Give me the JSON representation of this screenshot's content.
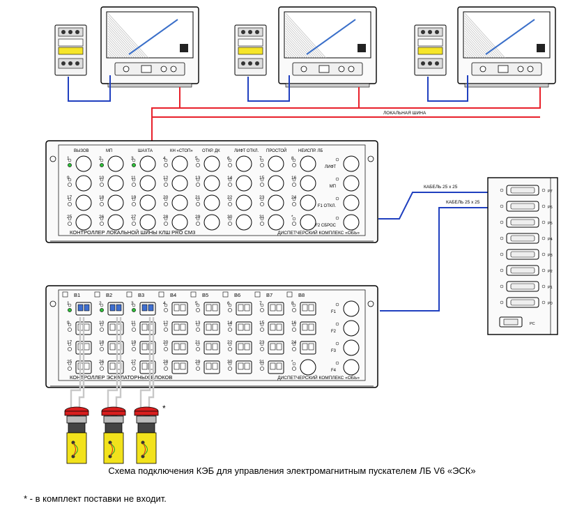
{
  "monitors": {
    "count": 3
  },
  "local_bus_label": "ЛОКАЛЬНАЯ ШИНА",
  "cable_labels": [
    "КАБЕЛЬ 25 х 25",
    "КАБЕЛЬ 25 х 25"
  ],
  "controller1": {
    "title": "КОНТРОЛЛЕР ЛОКАЛЬНОЙ ШИНЫ КЛШ PRO СМ3",
    "brand": "ДИСПЕТЧЕРСКИЙ КОМПЛЕКС «ОБЬ»",
    "column_headers": [
      "ВЫЗОВ",
      "МП",
      "ШАХТА",
      "КН «СТОП»",
      "ОТКР. ДК",
      "ЛИФТ ОТКЛ.",
      "ПРОСТОЙ",
      "НЕИСПР. ЛБ"
    ],
    "side_labels": [
      "ЛИФТ",
      "МП",
      "F1 ОТКЛ.",
      "F2 СБРОС"
    ],
    "numbers": [
      "1",
      "2",
      "3",
      "4",
      "5",
      "6",
      "7",
      "8",
      "9",
      "10",
      "11",
      "12",
      "13",
      "14",
      "15",
      "16",
      "17",
      "18",
      "19",
      "20",
      "21",
      "22",
      "23",
      "24",
      "25",
      "26",
      "27",
      "28",
      "29",
      "30",
      "31",
      "*"
    ]
  },
  "controller2": {
    "title": "КОНТРОЛЛЕР ЭСКАЛАТОРНЫХ БЛОКОВ",
    "brand": "ДИСПЕТЧЕРСКИЙ КОМПЛЕКС «ОБЬ»",
    "column_headers": [
      "B1",
      "B2",
      "B3",
      "B4",
      "B5",
      "B6",
      "B7",
      "B8"
    ],
    "side_labels": [
      "F1",
      "F2",
      "F3",
      "F4"
    ],
    "numbers": [
      "1",
      "2",
      "3",
      "4",
      "5",
      "6",
      "7",
      "8",
      "9",
      "10",
      "11",
      "12",
      "13",
      "14",
      "15",
      "16",
      "17",
      "18",
      "19",
      "20",
      "21",
      "22",
      "23",
      "24",
      "25",
      "26",
      "27",
      "28",
      "29",
      "30",
      "31",
      "*"
    ]
  },
  "port_panel": {
    "ports": [
      "P7",
      "P6",
      "P5",
      "P4",
      "P3",
      "P2",
      "P1",
      "P0"
    ],
    "bottom_label": "PC"
  },
  "button_note_mark": "*",
  "caption": "Схема подключения КЭБ для управления электромагнитным пускателем ЛБ V6 «ЭСК»",
  "footnote": "* - в комплект поставки не входит.",
  "colors": {
    "local_bus": "#e8202a",
    "cable": "#1f3fbf",
    "led_green": "#2fbf3a",
    "estop_red": "#d81e1e",
    "estop_yellow": "#f2e21c",
    "starter_yellow": "#f5e52a"
  }
}
